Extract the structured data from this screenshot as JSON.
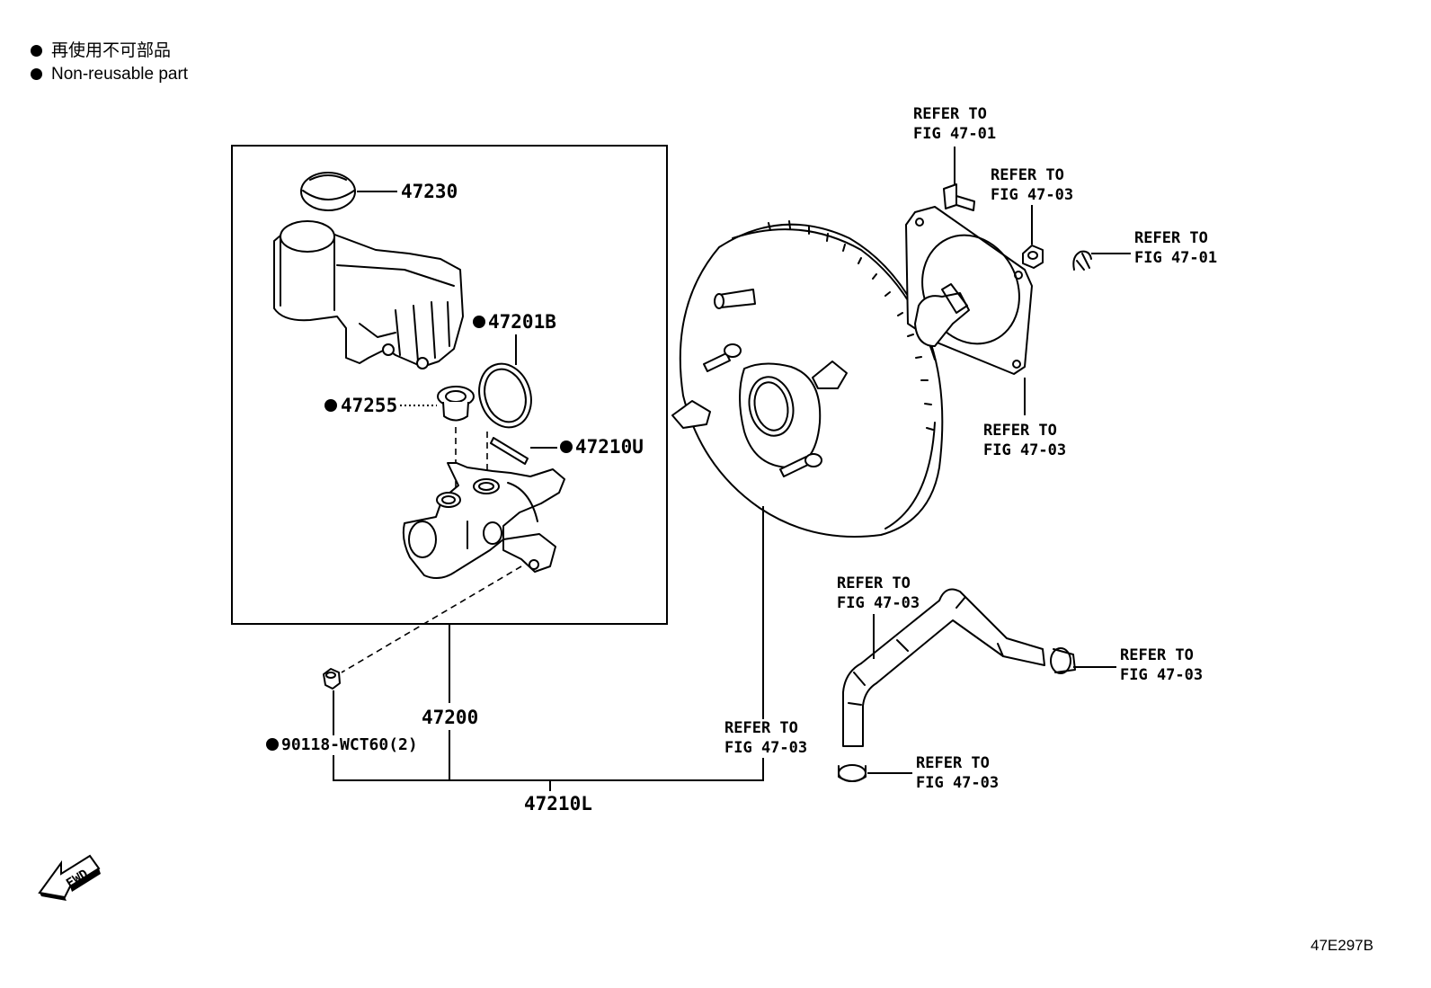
{
  "legend": {
    "line_jp": "再使用不可部品",
    "line_en": "Non-reusable part"
  },
  "parts": {
    "p47230": "47230",
    "p47201b": "47201B",
    "p47255": "47255",
    "p47210u": "47210U",
    "p47200": "47200",
    "p90118": "90118-WCT60(2)",
    "p47210l": "47210L"
  },
  "refs": {
    "refer_to": "REFER TO",
    "fig_47_01": "FIG 47-01",
    "fig_47_03": "FIG 47-03"
  },
  "fwd_label": "FWD",
  "figure_code": "47E297B"
}
